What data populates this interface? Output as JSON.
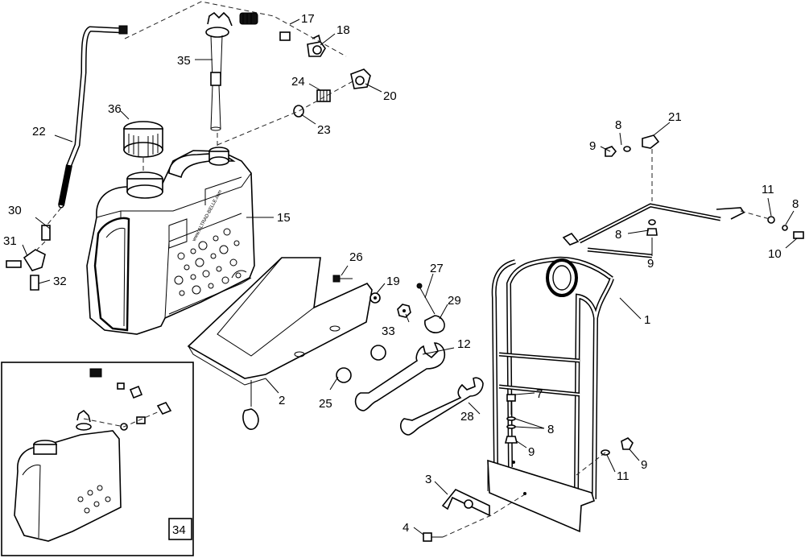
{
  "callouts": {
    "c1": "1",
    "c2": "2",
    "c3": "3",
    "c4": "4",
    "c7": "7",
    "c8a": "8",
    "c8b": "8",
    "c8c": "8",
    "c8d": "8",
    "c9a": "9",
    "c9b": "9",
    "c9c": "9",
    "c9d": "9",
    "c10": "10",
    "c11a": "11",
    "c11b": "11",
    "c12": "12",
    "c15": "15",
    "c17": "17",
    "c18": "18",
    "c19": "19",
    "c20": "20",
    "c21": "21",
    "c22": "22",
    "c23": "23",
    "c24": "24",
    "c25": "25",
    "c26": "26",
    "c27": "27",
    "c28": "28",
    "c29": "29",
    "c30": "30",
    "c31": "31",
    "c32": "32",
    "c33": "33",
    "c34": "34",
    "c35": "35",
    "c36": "36"
  },
  "tank_branding": "www.ALTRAD-BELLE.com"
}
